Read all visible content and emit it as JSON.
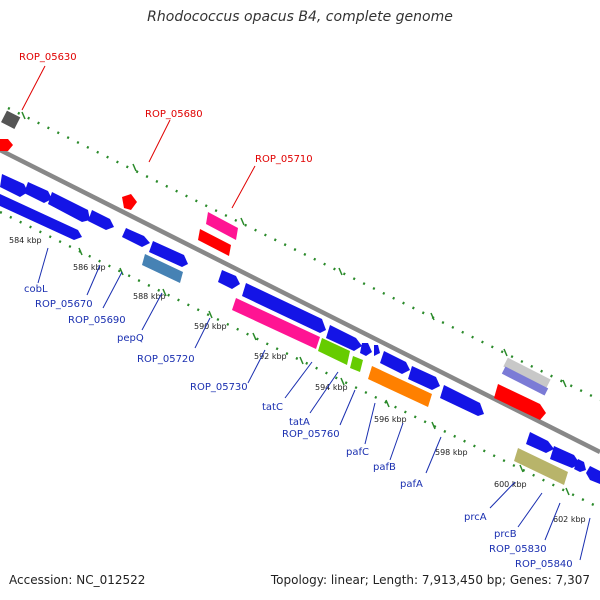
{
  "title": "Rhodococcus opacus B4, complete genome",
  "footer": {
    "accession": "Accession: NC_012522",
    "summary": "Topology: linear; Length: 7,913,450 bp; Genes: 7,307"
  },
  "kbp_labels": [
    "584 kbp",
    "586 kbp",
    "588 kbp",
    "590 kbp",
    "592 kbp",
    "594 kbp",
    "596 kbp",
    "598 kbp",
    "600 kbp",
    "602 kbp"
  ],
  "top_labels": [
    "ROP_05630",
    "ROP_05680",
    "ROP_05710"
  ],
  "bottom_labels": [
    "cobL",
    "ROP_05670",
    "ROP_05690",
    "pepQ",
    "ROP_05720",
    "ROP_05730",
    "tatC",
    "tatA",
    "ROP_05760",
    "pafC",
    "pafB",
    "pafA",
    "prcA",
    "prcB",
    "ROP_05830",
    "ROP_05840"
  ],
  "colors": {
    "blue": "#1414e6",
    "red": "#ff0000",
    "magenta": "#ff1493",
    "orange": "#ff8000",
    "green": "#66cc00",
    "khaki": "#b8b46a",
    "steel": "#4682b4",
    "gray": "#555555",
    "lavender": "#7b7bd6",
    "tick_green": "#2a8a2a",
    "axis": "#888888"
  }
}
